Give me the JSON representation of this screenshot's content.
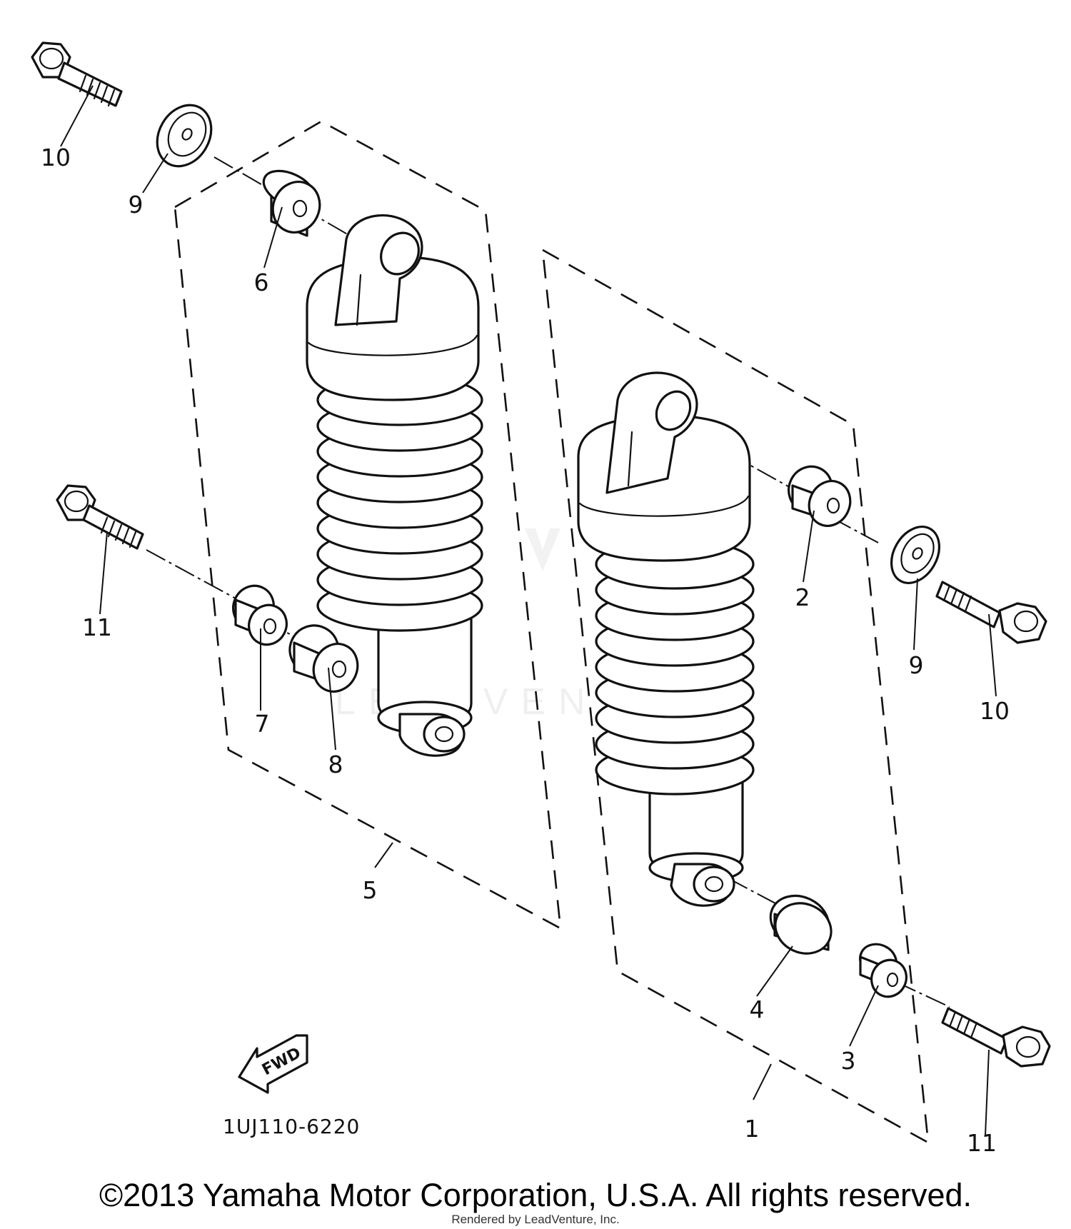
{
  "diagram": {
    "callouts": [
      {
        "id": "c1",
        "text": "1"
      },
      {
        "id": "c2",
        "text": "2"
      },
      {
        "id": "c3",
        "text": "3"
      },
      {
        "id": "c4",
        "text": "4"
      },
      {
        "id": "c5",
        "text": "5"
      },
      {
        "id": "c6",
        "text": "6"
      },
      {
        "id": "c7",
        "text": "7"
      },
      {
        "id": "c8",
        "text": "8"
      },
      {
        "id": "c9a",
        "text": "9"
      },
      {
        "id": "c9b",
        "text": "9"
      },
      {
        "id": "c10a",
        "text": "10"
      },
      {
        "id": "c10b",
        "text": "10"
      },
      {
        "id": "c11a",
        "text": "11"
      },
      {
        "id": "c11b",
        "text": "11"
      }
    ],
    "fwd_label": "FWD",
    "part_number": "1UJ110-6220",
    "watermark": "LEADVENTURE"
  },
  "footer": {
    "copyright": "©2013 Yamaha Motor Corporation, U.S.A. All rights reserved.",
    "rendered_by": "Rendered by LeadVenture, Inc."
  }
}
